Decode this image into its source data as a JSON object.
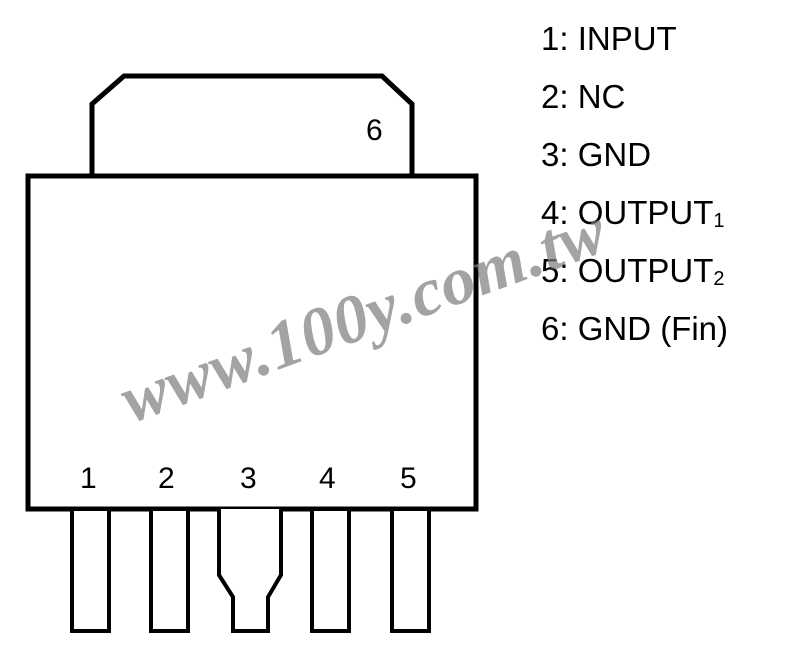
{
  "package": {
    "tab_pin": "6",
    "pins": [
      "1",
      "2",
      "3",
      "4",
      "5"
    ]
  },
  "legend": [
    {
      "text": "1: INPUT",
      "sub": ""
    },
    {
      "text": "2: NC",
      "sub": ""
    },
    {
      "text": "3: GND",
      "sub": ""
    },
    {
      "text": "4: OUTPUT",
      "sub": "1"
    },
    {
      "text": "5: OUTPUT",
      "sub": "2"
    },
    {
      "text": "6: GND (Fin)",
      "sub": ""
    }
  ],
  "watermark": "www.100y.com.tw",
  "colors": {
    "line": "#000000",
    "background": "#ffffff",
    "watermark": "#808080"
  }
}
